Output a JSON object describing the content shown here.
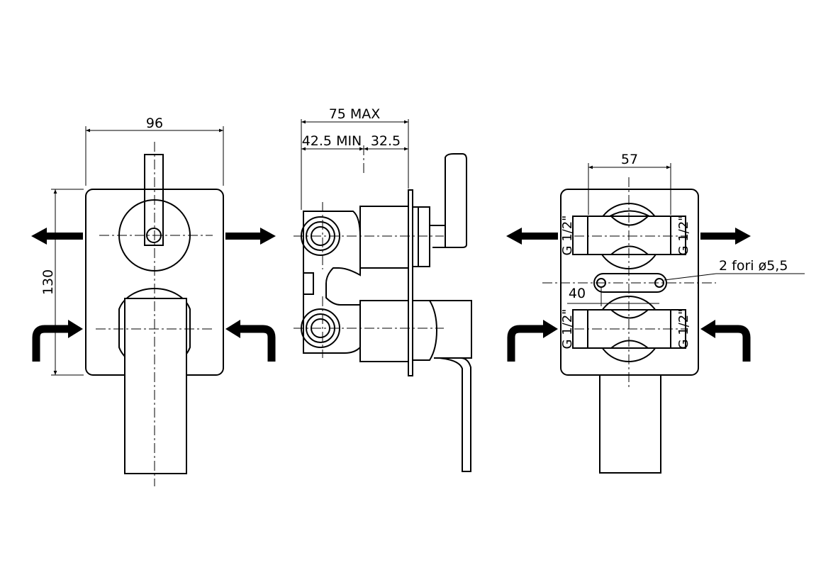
{
  "front_view": {
    "width_dim": "96",
    "height_dim": "130"
  },
  "side_view": {
    "depth_max_dim": "75 MAX",
    "depth_min_dim": "42.5 MIN",
    "offset_dim": "32.5"
  },
  "back_view": {
    "inlet_spacing_dim": "57",
    "mount_spacing_dim": "40",
    "mount_holes_note": "2 fori ø5,5",
    "thread_label": "G 1/2\""
  },
  "colors": {
    "line": "#000000",
    "background": "#ffffff"
  }
}
